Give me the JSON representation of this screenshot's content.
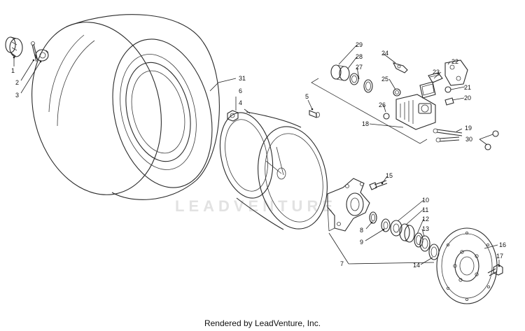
{
  "watermark": "LEADVENTURE",
  "footer": "Rendered by LeadVenture, Inc.",
  "callouts": [
    "1",
    "2",
    "3",
    "4",
    "5",
    "6",
    "7",
    "8",
    "9",
    "10",
    "11",
    "12",
    "13",
    "14",
    "15",
    "16",
    "17",
    "18",
    "19",
    "20",
    "21",
    "22",
    "23",
    "24",
    "25",
    "26",
    "27",
    "28",
    "29",
    "30",
    "31"
  ]
}
